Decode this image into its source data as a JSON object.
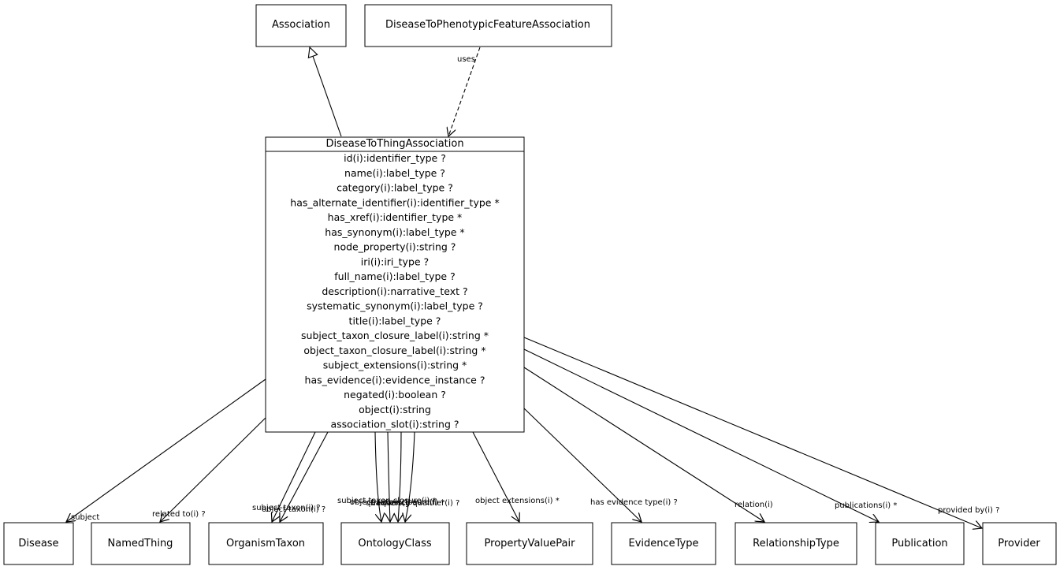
{
  "classes": {
    "association": "Association",
    "phenotypic": "DiseaseToPhenotypicFeatureAssociation",
    "main": "DiseaseToThingAssociation",
    "disease": "Disease",
    "named_thing": "NamedThing",
    "organism_taxon": "OrganismTaxon",
    "ontology_class": "OntologyClass",
    "property_value_pair": "PropertyValuePair",
    "evidence_type": "EvidenceType",
    "relationship_type": "RelationshipType",
    "publication": "Publication",
    "provider": "Provider"
  },
  "attributes": [
    "id(i):identifier_type ?",
    "name(i):label_type ?",
    "category(i):label_type ?",
    "has_alternate_identifier(i):identifier_type *",
    "has_xref(i):identifier_type *",
    "has_synonym(i):label_type *",
    "node_property(i):string ?",
    "iri(i):iri_type ?",
    "full_name(i):label_type ?",
    "description(i):narrative_text ?",
    "systematic_synonym(i):label_type ?",
    "title(i):label_type ?",
    "subject_taxon_closure_label(i):string *",
    "object_taxon_closure_label(i):string *",
    "subject_extensions(i):string *",
    "has_evidence(i):evidence_instance ?",
    "negated(i):boolean ?",
    "object(i):string",
    "association_slot(i):string ?"
  ],
  "edge_labels": {
    "uses": "uses",
    "subject": "subject",
    "related_to": "related to(i) ?",
    "subject_taxon": "subject taxon(i) ?",
    "object_taxon": "object taxon(i) ?",
    "subject_taxon_closure": "subject taxon closure(i) *",
    "object_taxon_closure": "object taxon closure(i) *",
    "qualifiers": "qualifiers(i) *",
    "frequency_qualifier": "frequency qualifier(i) ?",
    "object_extensions": "object extensions(i) *",
    "has_evidence_type": "has evidence type(i) ?",
    "relation": "relation(i)",
    "publications": "publications(i) *",
    "provided_by": "provided by(i) ?"
  }
}
